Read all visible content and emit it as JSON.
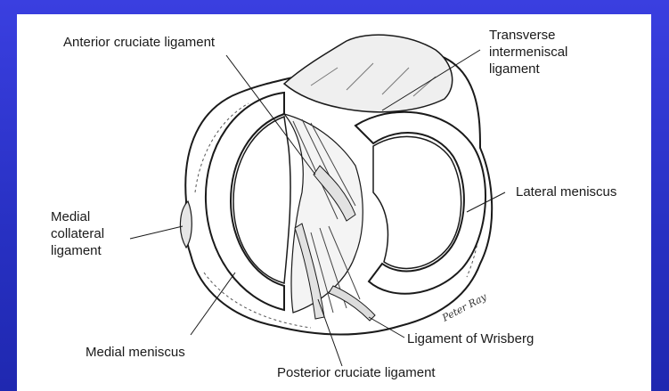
{
  "colors": {
    "background": "#2d35c8",
    "panel": "#ffffff",
    "ink": "#1a1a1a"
  },
  "labels": {
    "anterior_cruciate": "Anterior cruciate ligament",
    "transverse_intermeniscal": "Transverse\nintermeniscal\nligament",
    "lateral_meniscus": "Lateral meniscus",
    "medial_collateral": "Medial\ncollateral\nligament",
    "medial_meniscus": "Medial meniscus",
    "ligament_of_wrisberg": "Ligament of Wrisberg",
    "posterior_cruciate": "Posterior cruciate ligament"
  },
  "signature": "Peter Ray"
}
